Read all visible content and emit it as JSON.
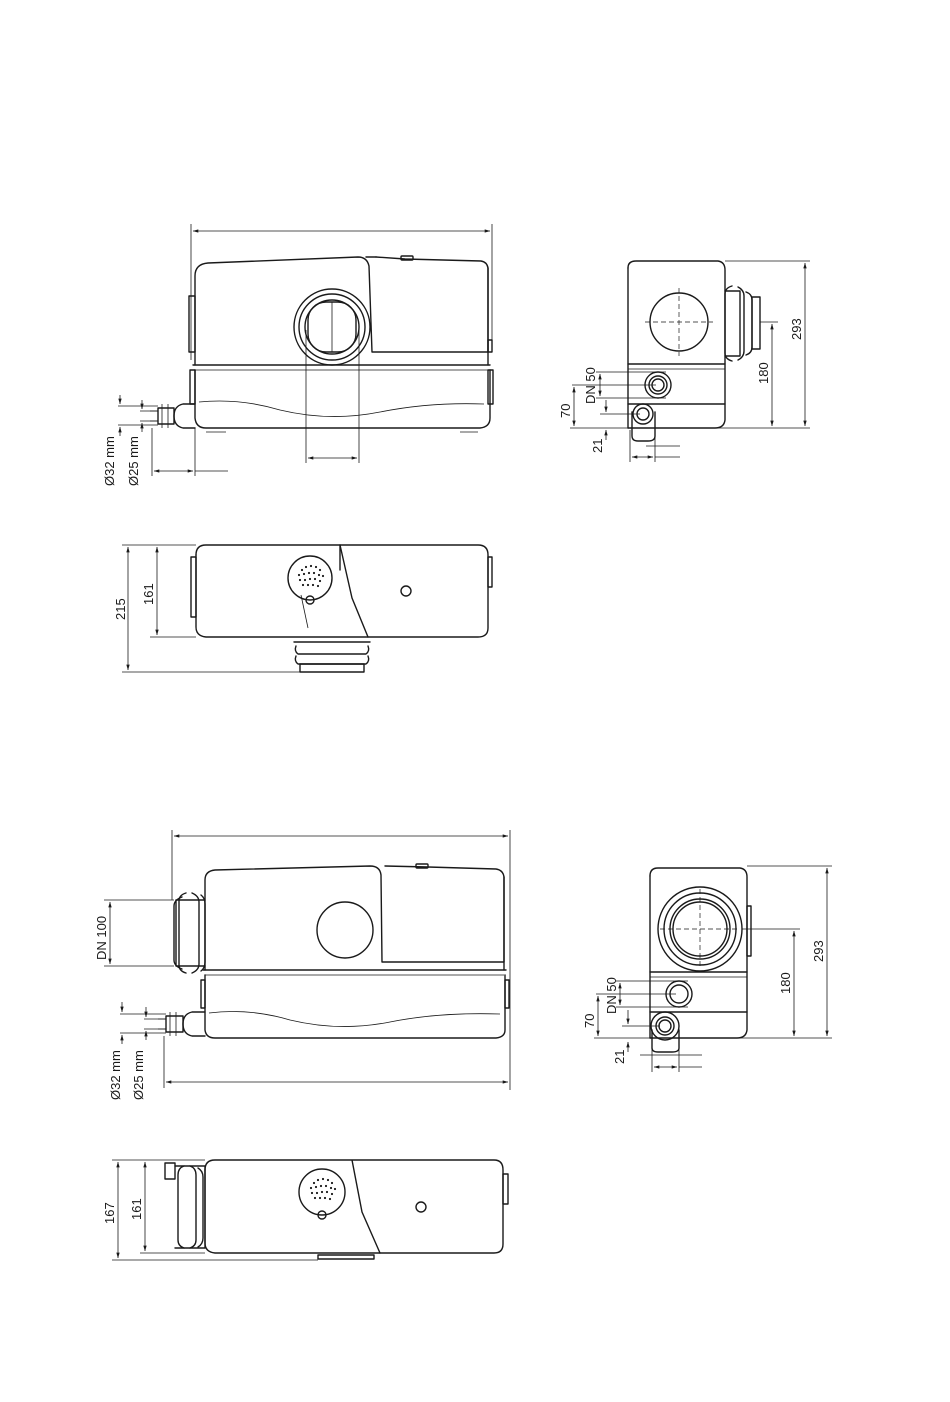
{
  "colors": {
    "line": "#1a1a1a",
    "background": "#ffffff"
  },
  "drawing1": {
    "front": {
      "dia32": "Ø32 mm",
      "dia25": "Ø25 mm"
    },
    "side": {
      "dn50": "DN 50",
      "h70": "70",
      "h21": "21",
      "h180": "180",
      "h293": "293"
    },
    "top": {
      "h215": "215",
      "h161": "161"
    }
  },
  "drawing2": {
    "front": {
      "dn100": "DN 100",
      "dia32": "Ø32 mm",
      "dia25": "Ø25 mm"
    },
    "side": {
      "dn50": "DN 50",
      "h70": "70",
      "h21": "21",
      "h180": "180",
      "h293": "293"
    },
    "top": {
      "h167": "167",
      "h161": "161"
    }
  }
}
